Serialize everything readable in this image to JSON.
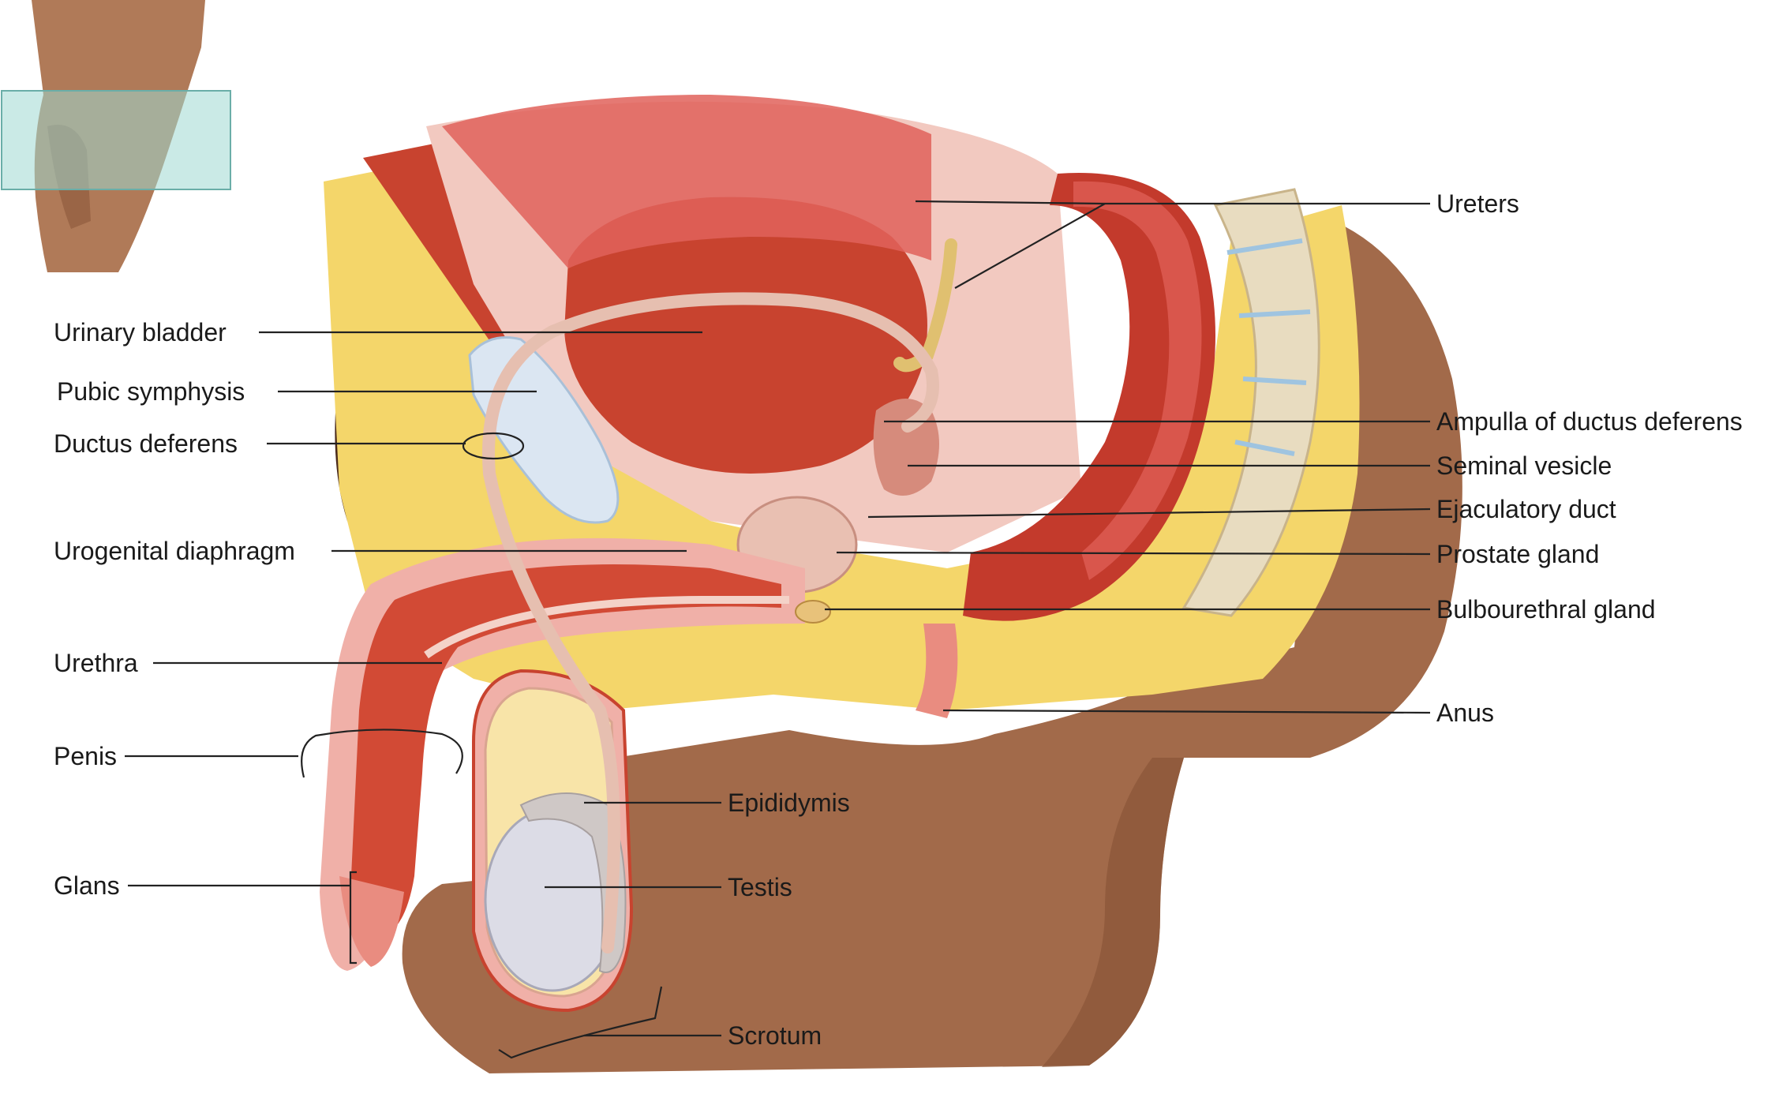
{
  "colors": {
    "skin": "#a26a4a",
    "skin_dark": "#8a5538",
    "fat": "#f4d66a",
    "muscle": "#c8432f",
    "bladder_inner": "#e0625a",
    "tissue_pink": "#f0b0a8",
    "erectile": "#d24a35",
    "duct": "#e6bfb0",
    "testis": "#dcdce6",
    "bone": "#e8dcc0",
    "leader": "#222222"
  },
  "labels_left": [
    "Urinary bladder",
    "Pubic symphysis",
    "Ductus deferens",
    "Urogenital diaphragm",
    "Urethra",
    "Penis",
    "Glans"
  ],
  "labels_right": [
    "Ureters",
    "Ampulla of ductus deferens",
    "Seminal vesicle",
    "Ejaculatory duct",
    "Prostate gland",
    "Bulbourethral gland",
    "Anus"
  ],
  "labels_bottom": [
    "Epididymis",
    "Testis",
    "Scrotum"
  ]
}
